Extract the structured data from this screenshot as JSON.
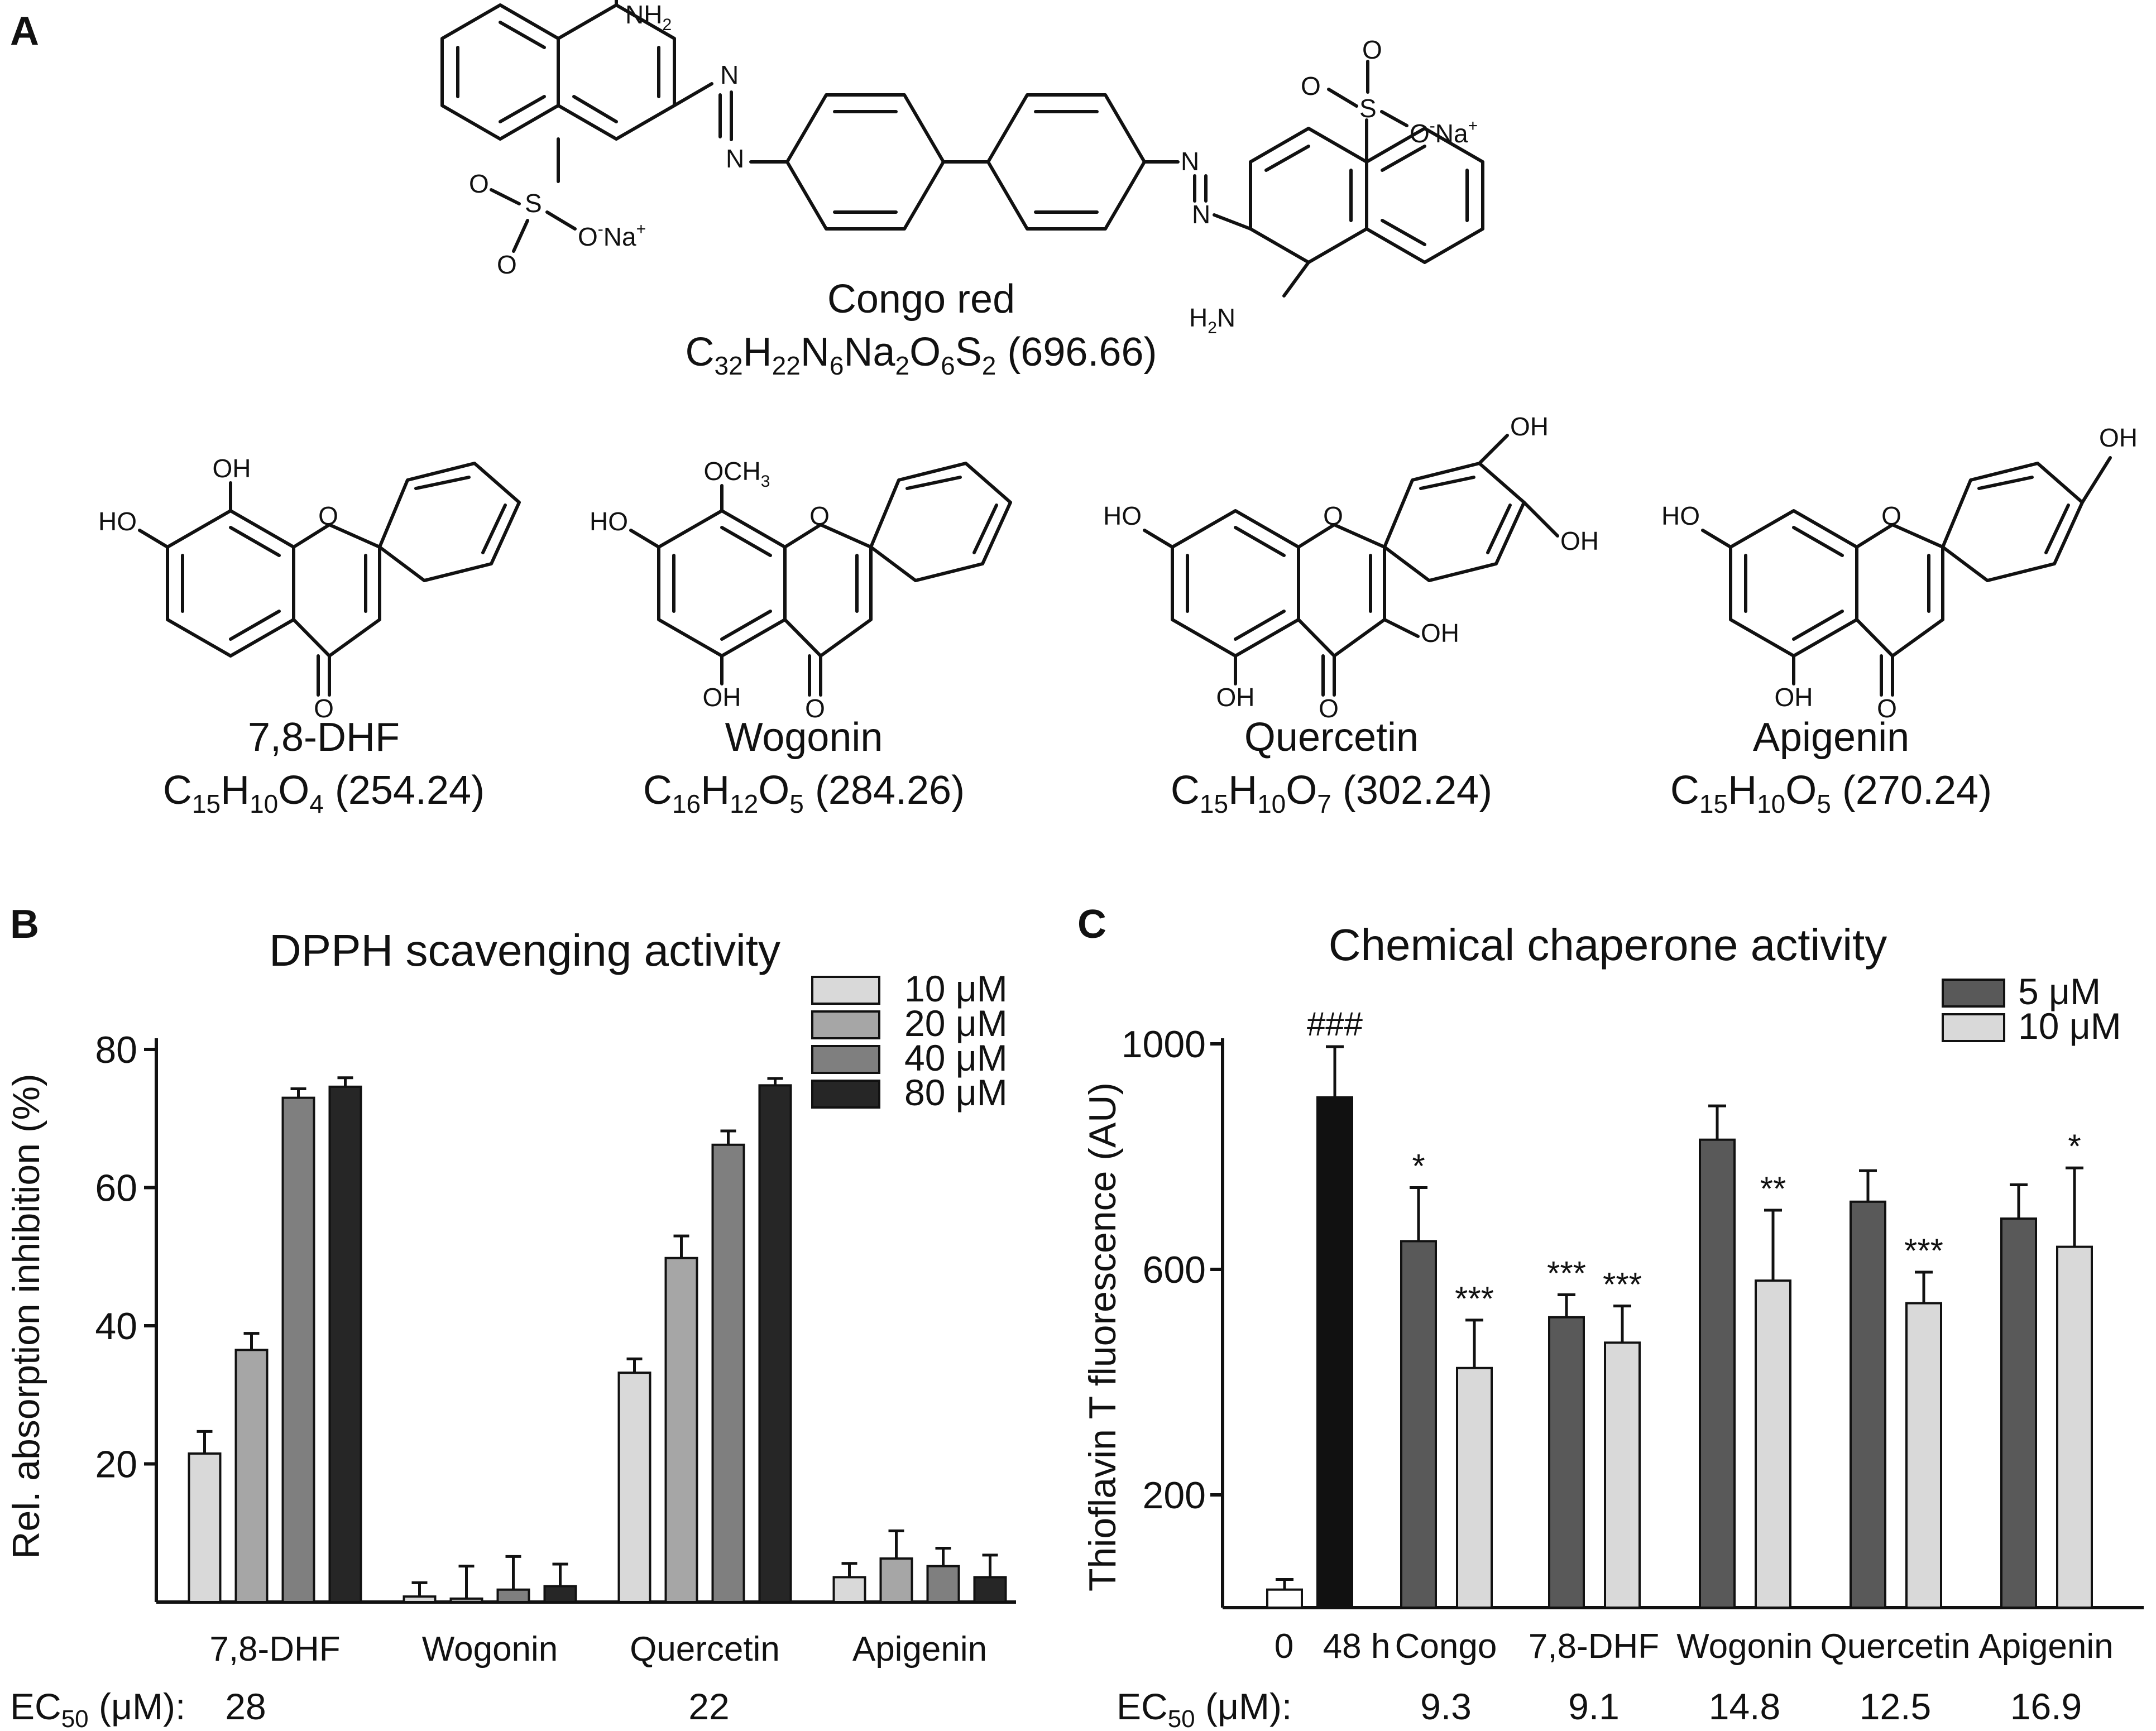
{
  "panels": {
    "a": {
      "letter": "A"
    },
    "b": {
      "letter": "B"
    },
    "c": {
      "letter": "C"
    }
  },
  "molecules": {
    "congo": {
      "name": "Congo red",
      "formula_parts": [
        [
          "C",
          ""
        ],
        [
          "32",
          "sub"
        ],
        [
          "H",
          ""
        ],
        [
          "22",
          "sub"
        ],
        [
          "N",
          ""
        ],
        [
          "6",
          "sub"
        ],
        [
          "Na",
          ""
        ],
        [
          "2",
          "sub"
        ],
        [
          "O",
          ""
        ],
        [
          "6",
          "sub"
        ],
        [
          "S",
          ""
        ],
        [
          "2",
          "sub"
        ],
        [
          " (696.66)",
          ""
        ]
      ]
    },
    "dhf": {
      "name": "7,8-DHF",
      "formula_parts": [
        [
          "C",
          ""
        ],
        [
          "15",
          "sub"
        ],
        [
          "H",
          ""
        ],
        [
          "10",
          "sub"
        ],
        [
          "O",
          ""
        ],
        [
          "4",
          "sub"
        ],
        [
          " (254.24)",
          ""
        ]
      ]
    },
    "wogonin": {
      "name": "Wogonin",
      "formula_parts": [
        [
          "C",
          ""
        ],
        [
          "16",
          "sub"
        ],
        [
          "H",
          ""
        ],
        [
          "12",
          "sub"
        ],
        [
          "O",
          ""
        ],
        [
          "5",
          "sub"
        ],
        [
          " (284.26)",
          ""
        ]
      ]
    },
    "quercetin": {
      "name": "Quercetin",
      "formula_parts": [
        [
          "C",
          ""
        ],
        [
          "15",
          "sub"
        ],
        [
          "H",
          ""
        ],
        [
          "10",
          "sub"
        ],
        [
          "O",
          ""
        ],
        [
          "7",
          "sub"
        ],
        [
          " (302.24)",
          ""
        ]
      ]
    },
    "apigenin": {
      "name": "Apigenin",
      "formula_parts": [
        [
          "C",
          ""
        ],
        [
          "15",
          "sub"
        ],
        [
          "H",
          ""
        ],
        [
          "10",
          "sub"
        ],
        [
          "O",
          ""
        ],
        [
          "5",
          "sub"
        ],
        [
          " (270.24)",
          ""
        ]
      ]
    }
  },
  "atom_labels": {
    "nh2": "NH",
    "two": "2",
    "h2n": "H",
    "n": "N",
    "o": "O",
    "s": "S",
    "na": "Na",
    "plus": "+",
    "minus": "-",
    "oh": "OH",
    "ho": "HO",
    "och3": "OCH",
    "three": "3"
  },
  "colors": {
    "c10": "#d9d9d9",
    "c20": "#a6a6a6",
    "c40": "#7f7f7f",
    "c80": "#262626",
    "dark5": "#595959",
    "light10": "#d9d9d9",
    "black": "#111111",
    "white": "#ffffff"
  },
  "chart_data": [
    {
      "type": "bar",
      "title": "DPPH scavenging activity",
      "ylabel": "Rel. absorption inhibition (%)",
      "xlabel": "",
      "ylim": [
        0,
        80
      ],
      "yticks": [
        20,
        40,
        60,
        80
      ],
      "categories": [
        "7,8-DHF",
        "Wogonin",
        "Quercetin",
        "Apigenin"
      ],
      "series": [
        {
          "name": "10 μM",
          "values": [
            21.5,
            0.8,
            33.2,
            3.6
          ],
          "errors": [
            3.2,
            2.0,
            2.0,
            2.0
          ]
        },
        {
          "name": "20 μM",
          "values": [
            36.5,
            0.5,
            49.8,
            6.3
          ],
          "errors": [
            2.4,
            4.7,
            3.2,
            4.0
          ]
        },
        {
          "name": "40 μM",
          "values": [
            73.0,
            1.8,
            66.2,
            5.2
          ],
          "errors": [
            1.3,
            4.8,
            2.0,
            2.6
          ]
        },
        {
          "name": "80 μM",
          "values": [
            74.6,
            2.3,
            74.8,
            3.6
          ],
          "errors": [
            1.3,
            3.2,
            1.0,
            3.2
          ]
        }
      ],
      "legend_position": "top-right",
      "ec50_label": "EC",
      "ec50_sub": "50",
      "ec50_unit": " (μM):",
      "ec50_values": [
        "28",
        "",
        "22",
        ""
      ]
    },
    {
      "type": "bar",
      "title": "Chemical chaperone activity",
      "ylabel": "Thioflavin T fluorescence (AU)",
      "xlabel": "",
      "ylim": [
        0,
        1000
      ],
      "yticks": [
        200,
        600,
        1000
      ],
      "categories": [
        "0",
        "48 h",
        "Congo",
        "7,8-DHF",
        "Wogonin",
        "Quercetin",
        "Apigenin"
      ],
      "controls": [
        {
          "category": "0",
          "value": 32,
          "error": 18,
          "color": "white"
        },
        {
          "category": "48 h",
          "value": 905,
          "error": 90,
          "color": "black",
          "annotation": "###"
        }
      ],
      "series": [
        {
          "name": "5 μM",
          "categories": [
            "Congo",
            "7,8-DHF",
            "Wogonin",
            "Quercetin",
            "Apigenin"
          ],
          "values": [
            650,
            515,
            830,
            720,
            690
          ],
          "errors": [
            95,
            40,
            60,
            55,
            60
          ],
          "annotations": [
            "*",
            "***",
            "",
            "",
            ""
          ]
        },
        {
          "name": "10 μM",
          "categories": [
            "Congo",
            "7,8-DHF",
            "Wogonin",
            "Quercetin",
            "Apigenin"
          ],
          "values": [
            425,
            470,
            580,
            540,
            640
          ],
          "errors": [
            85,
            65,
            125,
            55,
            140
          ],
          "annotations": [
            "***",
            "***",
            "**",
            "***",
            "*"
          ]
        }
      ],
      "legend_position": "top-right",
      "ec50_label": "EC",
      "ec50_sub": "50",
      "ec50_unit": " (μM):",
      "ec50_values": [
        "9.3",
        "9.1",
        "14.8",
        "12.5",
        "16.9"
      ]
    }
  ]
}
